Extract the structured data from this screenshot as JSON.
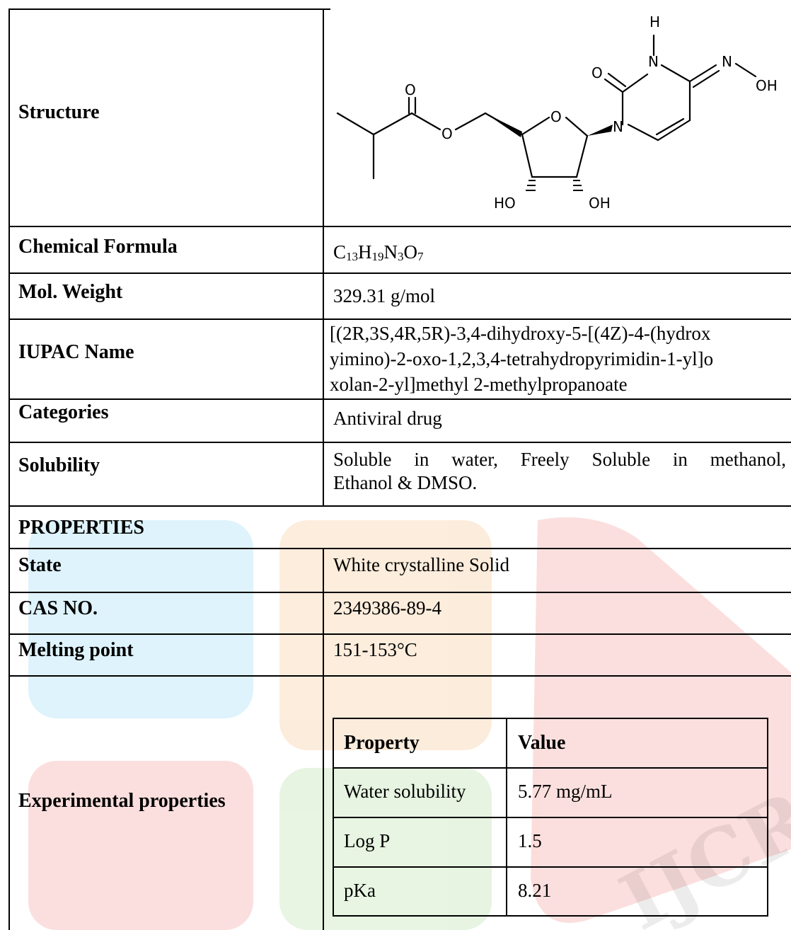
{
  "rows": {
    "structure": {
      "label": "Structure"
    },
    "formula": {
      "label": "Chemical Formula",
      "parts": [
        "C",
        "13",
        "H",
        "19",
        "N",
        "3",
        "O",
        "7"
      ]
    },
    "mol_weight": {
      "label": "Mol. Weight",
      "value": "329.31 g/mol"
    },
    "iupac": {
      "label": "IUPAC Name",
      "lines": [
        "[(2R,3S,4R,5R)-3,4-dihydroxy-5-[(4Z)-4-(hydrox",
        "yimino)-2-oxo-1,2,3,4-tetrahydropyrimidin-1-yl]o",
        "xolan-2-yl]methyl 2-methylpropanoate"
      ]
    },
    "categories": {
      "label": "Categories",
      "value": "Antiviral drug"
    },
    "solubility": {
      "label": "Solubility",
      "line1": "Soluble in water, Freely Soluble in methanol,",
      "line2": "Ethanol & DMSO."
    },
    "properties_header": {
      "label": "PROPERTIES"
    },
    "state": {
      "label": "State",
      "value": "White crystalline Solid"
    },
    "cas": {
      "label": "CAS NO.",
      "value": "2349386-89-4"
    },
    "melting": {
      "label": "Melting point",
      "value": "151-153°C"
    },
    "experimental": {
      "label": "Experimental properties"
    }
  },
  "exp_table": {
    "headers": [
      "Property",
      "Value"
    ],
    "rows": [
      [
        "Water solubility",
        "5.77 mg/mL"
      ],
      [
        "Log P",
        "1.5"
      ],
      [
        "pKa",
        "8.21"
      ]
    ]
  },
  "structure_atoms": {
    "h": "H",
    "n_top": "N",
    "o_carbonyl": "O",
    "n_oxime": "N",
    "oh_oxime": "OH",
    "o_ester_top": "O",
    "o_ester": "O",
    "o_ring": "O",
    "n_ring": "N",
    "ho_left": "HO",
    "oh_right": "OH"
  },
  "watermark": {
    "text": "IJCR",
    "colors": [
      "#2fb7e8",
      "#f28c28",
      "#e8392f",
      "#6cc04a"
    ]
  }
}
